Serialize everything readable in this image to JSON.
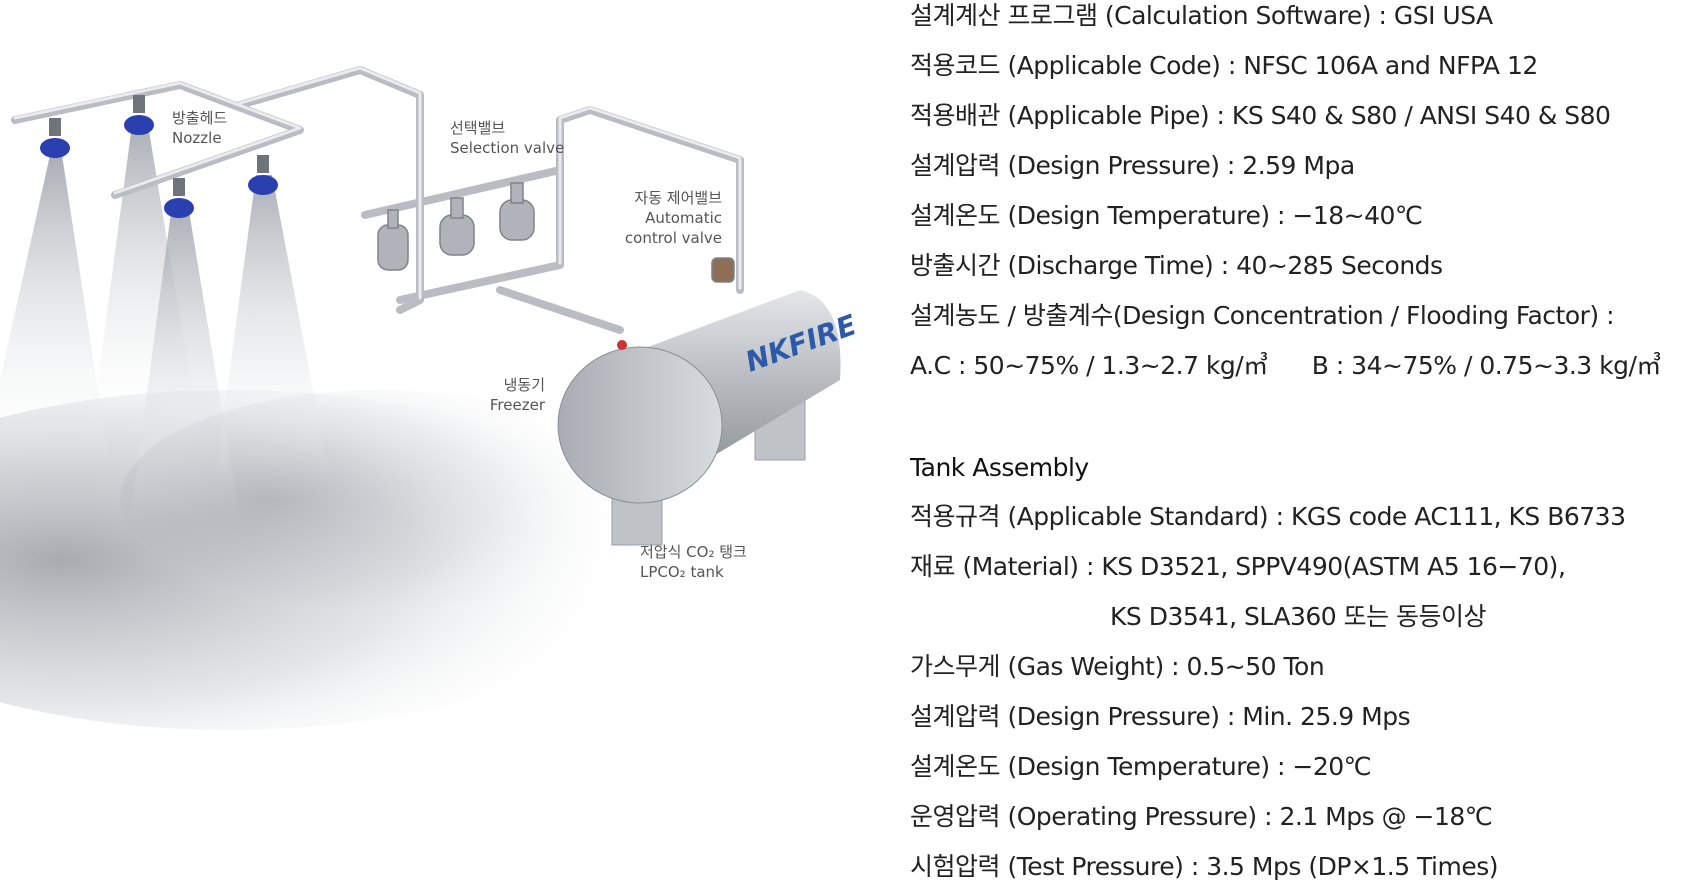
{
  "diagram": {
    "labels": {
      "nozzle": {
        "ko": "방출헤드",
        "en": "Nozzle"
      },
      "selection_valve": {
        "ko": "선택밸브",
        "en": "Selection valve"
      },
      "auto_valve": {
        "ko": "자동 제어밸브",
        "en1": "Automatic",
        "en2": "control valve"
      },
      "freezer": {
        "ko": "냉동기",
        "en": "Freezer"
      },
      "tank": {
        "ko": "저압식 CO₂ 탱크",
        "en": "LPCO₂ tank"
      }
    },
    "logo_text": "NKFIRE"
  },
  "specs": {
    "system": [
      "설계계산 프로그램 (Calculation Software) : GSI USA",
      "적용코드 (Applicable Code) : NFSC 106A and NFPA 12",
      "적용배관 (Applicable Pipe) : KS S40 & S80 / ANSI S40 & S80",
      "설계압력 (Design Pressure) : 2.59 Mpa",
      "설계온도 (Design Temperature) : −18~40℃",
      "방출시간 (Discharge Time) : 40~285 Seconds",
      "설계농도 / 방출계수(Design Concentration / Flooding Factor) :"
    ],
    "concentration_ac": "A.C : 50~75% / 1.3~2.7 kg/㎥",
    "concentration_b": "B : 34~75% / 0.75~3.3 kg/㎥",
    "tank_heading": "Tank Assembly",
    "tank": [
      "적용규격 (Applicable Standard) : KGS code AC111, KS B6733",
      "재료 (Material) : KS D3521, SPPV490(ASTM A5 16−70),",
      "KS D3541, SLA360 또는 동등이상",
      "가스무게 (Gas Weight) : 0.5~50 Ton",
      "설계압력 (Design Pressure) : Min. 25.9 Mps",
      "설계온도 (Design Temperature) : −20℃",
      "운영압력 (Operating Pressure) : 2.1 Mps @ −18℃",
      "시험압력 (Test Pressure) : 3.5 Mps (DP×1.5 Times)"
    ]
  },
  "colors": {
    "nozzle_blue": "#2a3fb0",
    "pipe_silver": "#c9ccd1",
    "tank_silver": "#b5b9be",
    "logo_blue": "#2d5aa8"
  }
}
